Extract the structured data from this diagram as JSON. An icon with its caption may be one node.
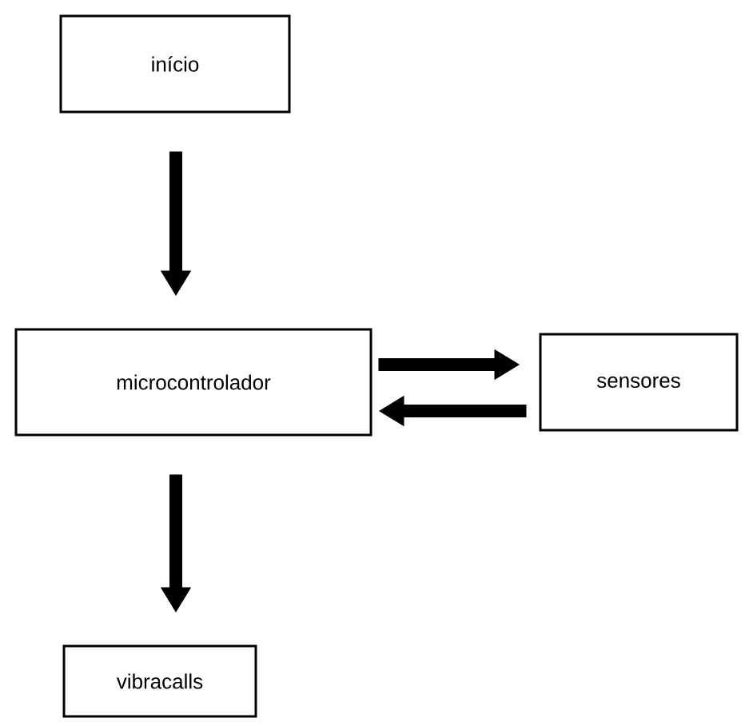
{
  "diagram": {
    "nodes": [
      {
        "text": [
          "início"
        ]
      },
      {
        "text": [
          "microcontrolador"
        ]
      },
      {
        "text": [
          "sensores"
        ]
      },
      {
        "text": [
          "vibracalls"
        ]
      }
    ],
    "edges": [
      {
        "from": 0,
        "to": 1,
        "arrow": "to"
      },
      {
        "from": 1,
        "to": 2,
        "arrow": "to"
      },
      {
        "from": 2,
        "to": 1,
        "arrow": "to"
      },
      {
        "from": 1,
        "to": 3,
        "arrow": "to"
      }
    ]
  }
}
